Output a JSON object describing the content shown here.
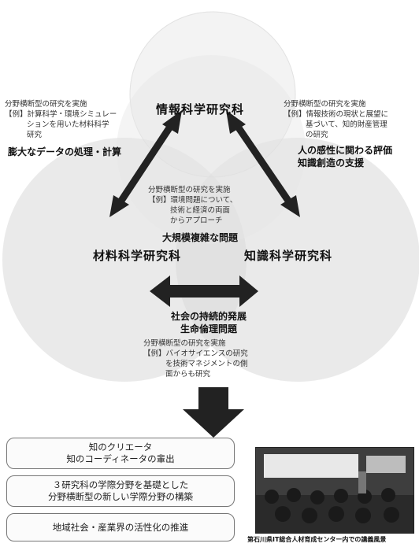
{
  "diagram": {
    "nodes": {
      "info": "情報科学研究科",
      "materials": "材料科学研究科",
      "knowledge": "知識科学研究科"
    },
    "notes": {
      "top_left": [
        "分野横断型の研究を実施",
        "【例】計算科学・環境シミュレー",
        "ションを用いた材料科学",
        "研究"
      ],
      "top_left_bold": "膨大なデータの処理・計算",
      "top_right": [
        "分野横断型の研究を実施",
        "【例】情報技術の現状と展望に",
        "基づいて、知的財産管理",
        "の研究"
      ],
      "top_right_bold": [
        "人の感性に関わる評価",
        "知識創造の支援"
      ],
      "center": [
        "分野横断型の研究を実施",
        "【例】環境問題について、",
        "技術と経済の両面",
        "からアプローチ"
      ],
      "center_bold": "大規模複雑な問題",
      "bottom_bold": [
        "社会の持続的発展",
        "生命倫理問題"
      ],
      "bottom": [
        "分野横断型の研究を実施",
        "【例】バイオサイエンスの研究",
        "を技術マネジメントの側",
        "面からも研究"
      ]
    },
    "outcomes": [
      [
        "知のクリエータ",
        "知のコーディネータの輩出"
      ],
      [
        "３研究科の学際分野を基礎とした",
        "分野横断型の新しい学際分野の構築"
      ],
      [
        "地域社会・産業界の活性化の推進"
      ]
    ],
    "photo_caption": "第石川県IT総合人材育成センター内での講義風景"
  }
}
